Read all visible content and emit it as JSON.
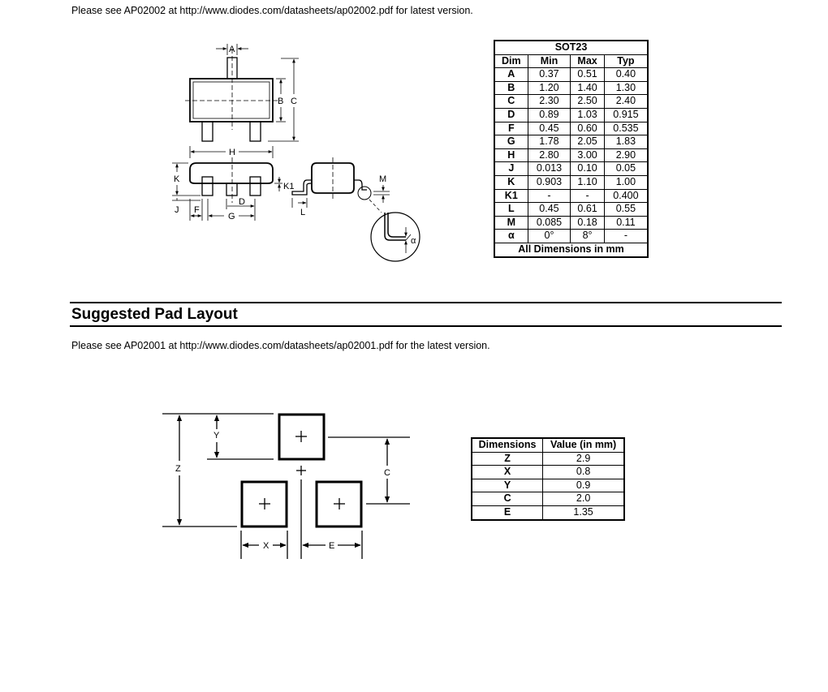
{
  "notes": {
    "package_outline": "Please see AP02002 at http://www.diodes.com/datasheets/ap02002.pdf for latest version.",
    "pad_layout": "Please see AP02001 at http://www.diodes.com/datasheets/ap02001.pdf for the latest version."
  },
  "section_title": "Suggested Pad Layout",
  "package_table": {
    "title": "SOT23",
    "headers": [
      "Dim",
      "Min",
      "Max",
      "Typ"
    ],
    "rows": [
      [
        "A",
        "0.37",
        "0.51",
        "0.40"
      ],
      [
        "B",
        "1.20",
        "1.40",
        "1.30"
      ],
      [
        "C",
        "2.30",
        "2.50",
        "2.40"
      ],
      [
        "D",
        "0.89",
        "1.03",
        "0.915"
      ],
      [
        "F",
        "0.45",
        "0.60",
        "0.535"
      ],
      [
        "G",
        "1.78",
        "2.05",
        "1.83"
      ],
      [
        "H",
        "2.80",
        "3.00",
        "2.90"
      ],
      [
        "J",
        "0.013",
        "0.10",
        "0.05"
      ],
      [
        "K",
        "0.903",
        "1.10",
        "1.00"
      ],
      [
        "K1",
        "-",
        "-",
        "0.400"
      ],
      [
        "L",
        "0.45",
        "0.61",
        "0.55"
      ],
      [
        "M",
        "0.085",
        "0.18",
        "0.11"
      ],
      [
        "α",
        "0°",
        "8°",
        "-"
      ]
    ],
    "footer": "All Dimensions in mm"
  },
  "pad_table": {
    "headers": [
      "Dimensions",
      "Value (in mm)"
    ],
    "rows": [
      [
        "Z",
        "2.9"
      ],
      [
        "X",
        "0.8"
      ],
      [
        "Y",
        "0.9"
      ],
      [
        "C",
        "2.0"
      ],
      [
        "E",
        "1.35"
      ]
    ]
  },
  "package_drawing_labels": {
    "A": "A",
    "B": "B",
    "C": "C",
    "H": "H",
    "K": "K",
    "K1": "K1",
    "J": "J",
    "F": "F",
    "G": "G",
    "D": "D",
    "L": "L",
    "M": "M",
    "alpha": "α"
  },
  "pad_drawing_labels": {
    "Y": "Y",
    "Z": "Z",
    "C": "C",
    "X": "X",
    "E": "E"
  }
}
